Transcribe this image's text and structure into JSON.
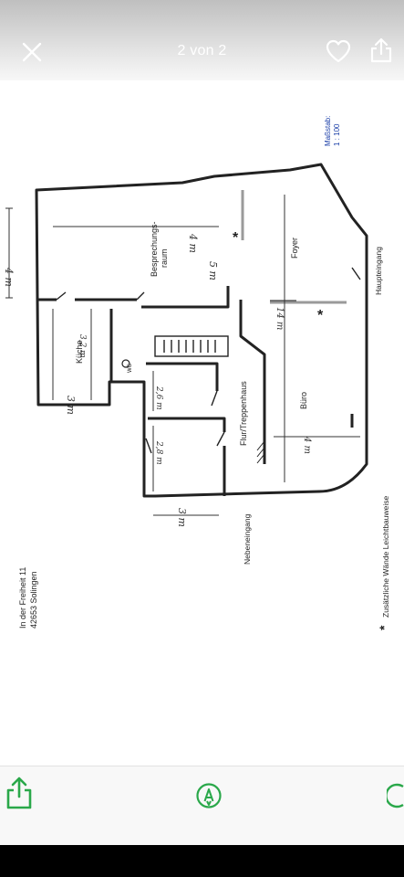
{
  "header": {
    "page_counter": "2 von 2",
    "close_icon": "close-icon",
    "favorite_icon": "heart-icon",
    "share_icon": "share-icon"
  },
  "floor_plan": {
    "address_line1": "In der Freiheit 11",
    "address_line2": "42653 Solingen",
    "scale_label": "Maßstab:",
    "scale_value": "1 : 100",
    "rooms": {
      "meeting_line1": "Besprechungs-",
      "meeting_line2": "raum",
      "kitchen": "Küche",
      "hallway": "Flur/Treppenhaus",
      "foyer": "Foyer",
      "office": "Büro",
      "wc": "WC"
    },
    "entrances": {
      "main": "Haupteingang",
      "side": "Nebeneingang"
    },
    "footnote_marker": "*",
    "footnote_text": "Zusätzliche Wände Leichtbauweise",
    "handwritten": {
      "meeting_width": "4 m",
      "meeting_depth": "4 m",
      "divider": "5 m",
      "kitchen_depth": "3,2 m",
      "kitchen_width": "3 m",
      "room_a_width": "2,6 m",
      "room_b_width": "2,8 m",
      "small_rooms_depth": "3 m",
      "foyer_office_length": "14 m",
      "office_width": "4 m"
    }
  },
  "toolbar": {
    "share_icon": "share-icon",
    "markup_icon": "markup-pen-icon",
    "rotate_icon": "rotate-icon"
  }
}
